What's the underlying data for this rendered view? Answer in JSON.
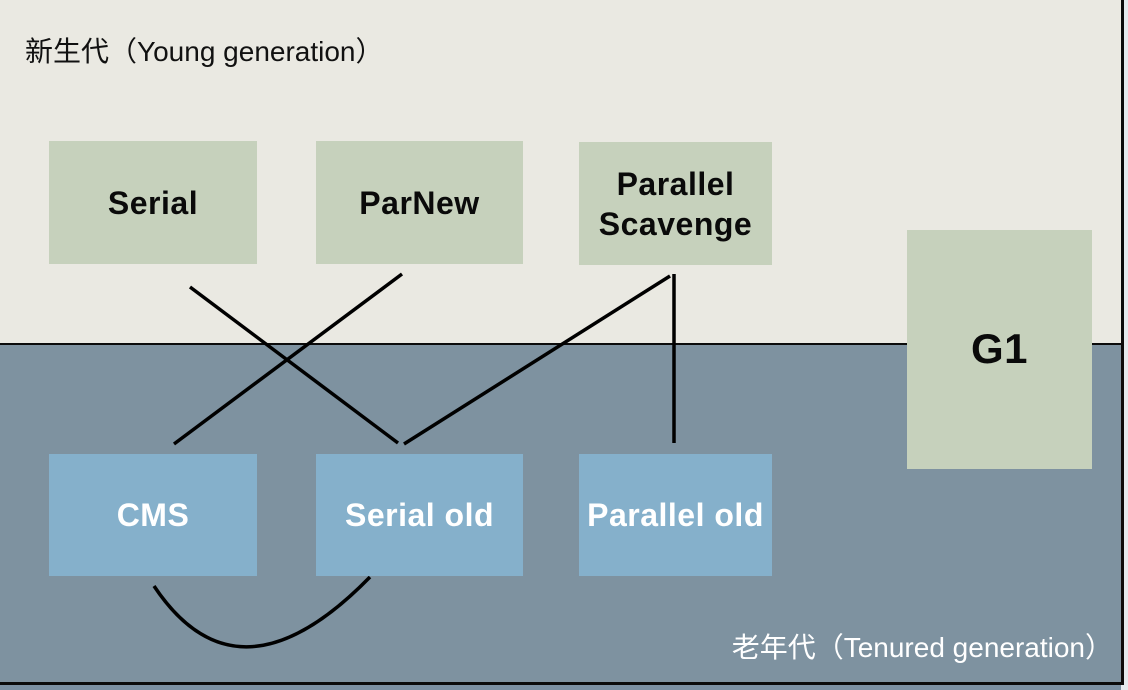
{
  "regions": {
    "young": {
      "label": "新生代（Young generation）"
    },
    "tenured": {
      "label": "老年代（Tenured generation）"
    }
  },
  "collectors": {
    "serial": {
      "label": "Serial"
    },
    "parnew": {
      "label": "ParNew"
    },
    "parallel_scavenge": {
      "label": "Parallel Scavenge"
    },
    "g1": {
      "label": "G1"
    },
    "cms": {
      "label": "CMS"
    },
    "serial_old": {
      "label": "Serial old"
    },
    "parallel_old": {
      "label": "Parallel old"
    }
  },
  "connections": [
    {
      "from": "Serial",
      "to": "Serial old"
    },
    {
      "from": "ParNew",
      "to": "CMS"
    },
    {
      "from": "Parallel Scavenge",
      "to": "Serial old"
    },
    {
      "from": "Parallel Scavenge",
      "to": "Parallel old"
    },
    {
      "from": "CMS",
      "to": "Serial old"
    }
  ],
  "colors": {
    "young_region_bg": "#eae9e2",
    "tenured_region_bg": "#7e92a0",
    "young_box_bg": "#c6d1bc",
    "tenured_box_bg": "#85b0cb",
    "young_text": "#0a0a0a",
    "tenured_text": "#ffffff",
    "connector_line": "#000000"
  }
}
